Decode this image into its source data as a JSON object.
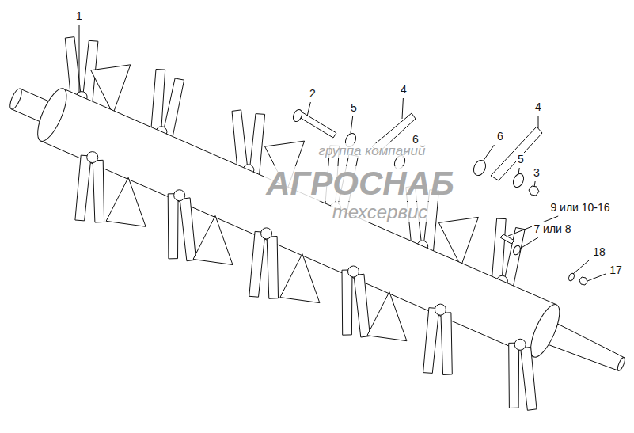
{
  "diagram": {
    "labels": [
      "1",
      "2",
      "5",
      "4",
      "6",
      "4",
      "6",
      "5",
      "3",
      "9 или 10-16",
      "7 или 8",
      "18",
      "17",
      "группа компаний",
      "АГРОСНАБ",
      "техсервис"
    ]
  }
}
